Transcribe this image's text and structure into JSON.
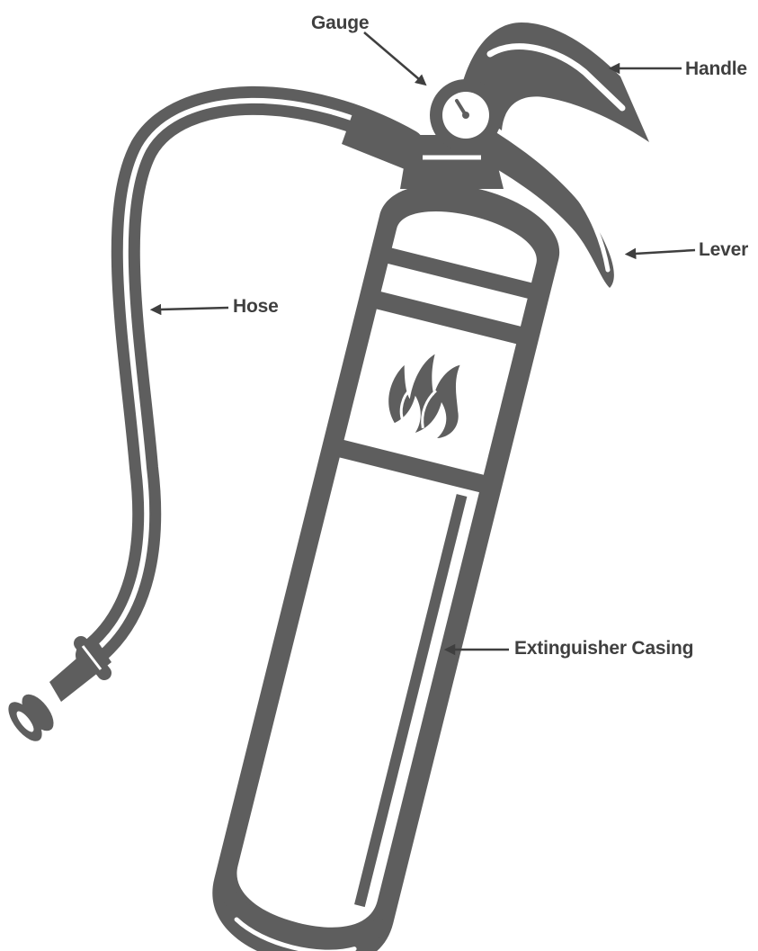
{
  "labels": {
    "gauge": "Gauge",
    "handle": "Handle",
    "lever": "Lever",
    "hose": "Hose",
    "casing": "Extinguisher Casing"
  },
  "colors": {
    "ink": "#5e5e5e",
    "label_text": "#3f3f3f",
    "background": "#ffffff"
  },
  "icons": {
    "flame": "flame-icon"
  }
}
